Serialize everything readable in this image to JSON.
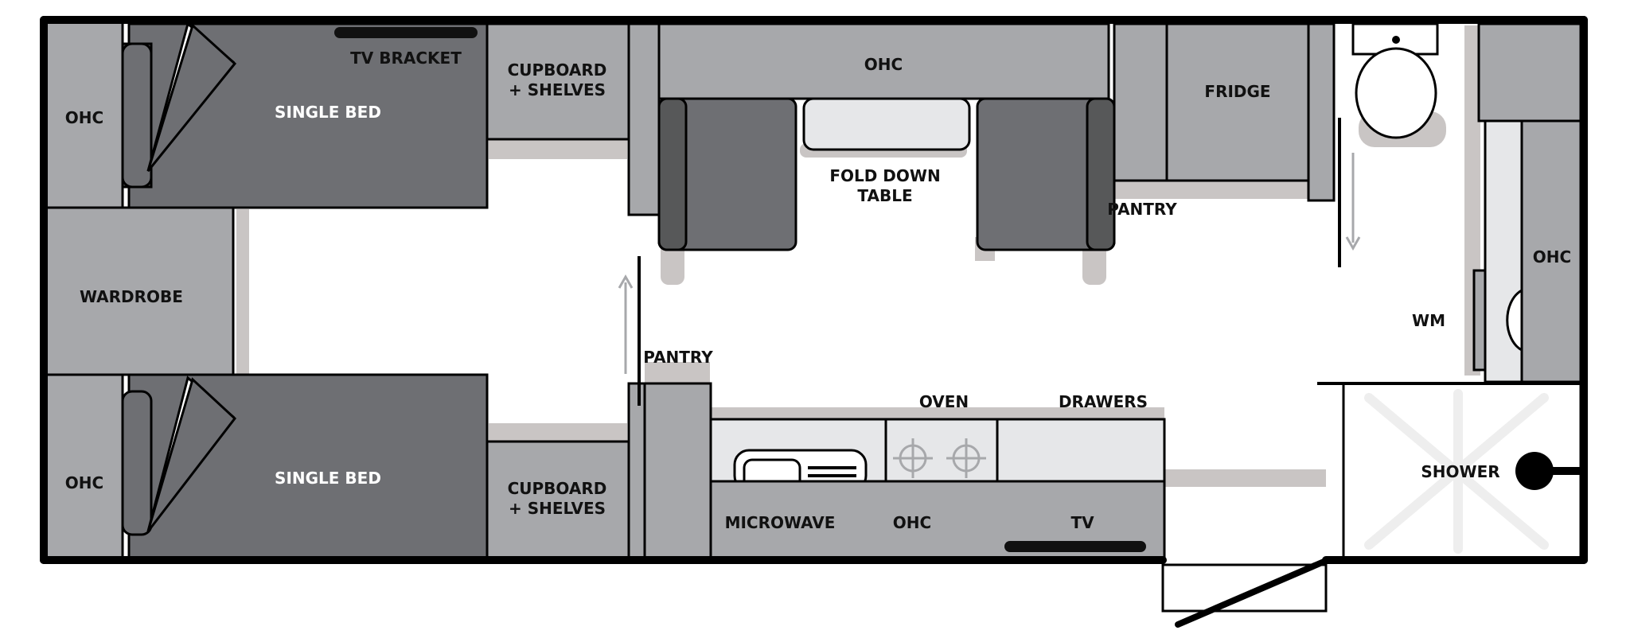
{
  "colors": {
    "wall": "#000000",
    "bed": "#6e6f73",
    "cabinet": "#a7a8ab",
    "light": "#e6e7e9",
    "shadow": "#c9c5c4",
    "arrow": "#a7a8ab"
  },
  "labels": {
    "ohc_bed_top": "OHC",
    "tv_bracket": "TV BRACKET",
    "single_bed_top": "SINGLE BED",
    "cupboard_top_1": "CUPBOARD",
    "cupboard_top_2": "+ SHELVES",
    "ohc_dinette": "OHC",
    "fold_down_table_1": "FOLD DOWN",
    "fold_down_table_2": "TABLE",
    "fridge": "FRIDGE",
    "pantry_right": "PANTRY",
    "ohc_bathroom": "OHC",
    "wardrobe": "WARDROBE",
    "wm": "WM",
    "pantry_left": "PANTRY",
    "oven": "OVEN",
    "drawers": "DRAWERS",
    "ohc_bed_bottom": "OHC",
    "single_bed_bottom": "SINGLE BED",
    "cupboard_bottom_1": "CUPBOARD",
    "cupboard_bottom_2": "+ SHELVES",
    "microwave": "MICROWAVE",
    "ohc_kitchen": "OHC",
    "tv": "TV",
    "shower": "SHOWER"
  }
}
